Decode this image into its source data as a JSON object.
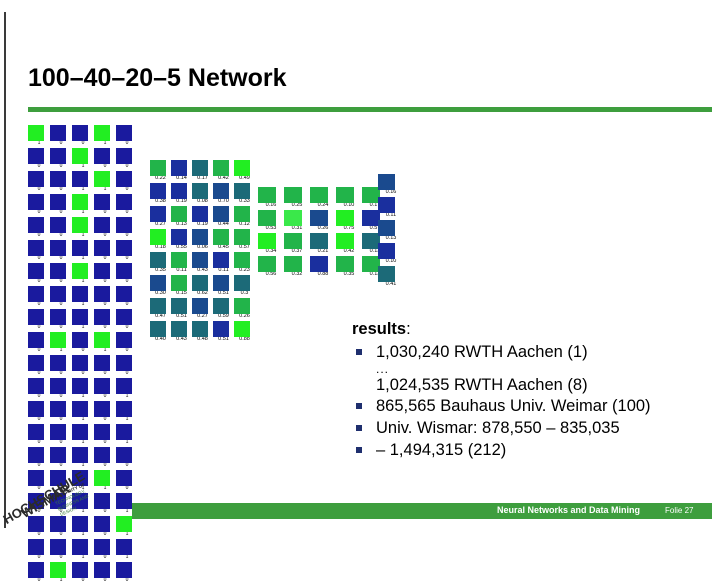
{
  "slide": {
    "title": "100–40–20–5 Network",
    "accent_green": "#3e9e3e",
    "node_blue": "#1a1a9e",
    "node_green": "#22ee22",
    "bullet_navy": "#1f2f6e"
  },
  "results": {
    "heading": "results",
    "heading_colon": ":",
    "ellipsis": "...",
    "items": [
      {
        "text": "1,030,240 RWTH Aachen (1)"
      },
      {
        "text": "865,565 Bauhaus Univ. Weimar (100)"
      },
      {
        "text": "Univ. Wismar:    878,550 – 835,035"
      },
      {
        "text": "– 1,494,315 (212)"
      }
    ],
    "continuation": "1,024,535 RWTH Aachen (8)"
  },
  "footer": {
    "course_title": "Neural Networks and Data Mining",
    "slide_number": "Folie 27"
  },
  "logo": {
    "word_1": "HOCHSCHULE",
    "word_2": "WISMAR",
    "subtext_line_1": "UNIVERSITY OF",
    "subtext_line_2": "TECHNOLOGY,",
    "subtext_line_3": "BUSINESS AND",
    "subtext_line_4": "DESIGN"
  },
  "input_layer": {
    "name": "input-layer",
    "columns": 5,
    "rows": [
      {
        "colors": [
          "#22ee22",
          "#1a1a9e",
          "#1a1a9e",
          "#22ee22",
          "#1a1a9e"
        ],
        "labels": [
          "1",
          "0",
          "0",
          "1",
          "0"
        ]
      },
      {
        "colors": [
          "#1a1a9e",
          "#1a1a9e",
          "#22ee22",
          "#1a1a9e",
          "#1a1a9e"
        ],
        "labels": [
          "0",
          "0",
          "1",
          "0",
          "0"
        ]
      },
      {
        "colors": [
          "#1a1a9e",
          "#1a1a9e",
          "#1a1a9e",
          "#22ee22",
          "#1a1a9e"
        ],
        "labels": [
          "0",
          "0",
          "1",
          "1",
          "0"
        ]
      },
      {
        "colors": [
          "#1a1a9e",
          "#1a1a9e",
          "#22ee22",
          "#1a1a9e",
          "#1a1a9e"
        ],
        "labels": [
          "0",
          "0",
          "1",
          "0",
          "0"
        ]
      },
      {
        "colors": [
          "#1a1a9e",
          "#1a1a9e",
          "#22ee22",
          "#1a1a9e",
          "#1a1a9e"
        ],
        "labels": [
          "0",
          "0",
          "1",
          "0",
          "0"
        ]
      },
      {
        "colors": [
          "#1a1a9e",
          "#1a1a9e",
          "#1a1a9e",
          "#1a1a9e",
          "#1a1a9e"
        ],
        "labels": [
          "0",
          "0",
          "1",
          "0",
          "0"
        ]
      },
      {
        "colors": [
          "#1a1a9e",
          "#1a1a9e",
          "#22ee22",
          "#1a1a9e",
          "#1a1a9e"
        ],
        "labels": [
          "0",
          "0",
          "1",
          "0",
          "0"
        ]
      },
      {
        "colors": [
          "#1a1a9e",
          "#1a1a9e",
          "#1a1a9e",
          "#1a1a9e",
          "#1a1a9e"
        ],
        "labels": [
          "0",
          "0",
          "1",
          "0",
          "0"
        ]
      },
      {
        "colors": [
          "#1a1a9e",
          "#1a1a9e",
          "#1a1a9e",
          "#1a1a9e",
          "#1a1a9e"
        ],
        "labels": [
          "0",
          "0",
          "1",
          "0",
          "0"
        ]
      },
      {
        "colors": [
          "#1a1a9e",
          "#22ee22",
          "#1a1a9e",
          "#22ee22",
          "#1a1a9e"
        ],
        "labels": [
          "0",
          "1",
          "0",
          "1",
          "0"
        ]
      },
      {
        "colors": [
          "#1a1a9e",
          "#1a1a9e",
          "#1a1a9e",
          "#1a1a9e",
          "#1a1a9e"
        ],
        "labels": [
          "0",
          "0",
          "0",
          "0",
          "0"
        ]
      },
      {
        "colors": [
          "#1a1a9e",
          "#1a1a9e",
          "#1a1a9e",
          "#1a1a9e",
          "#1a1a9e"
        ],
        "labels": [
          "0",
          "0",
          "1",
          "0",
          "1"
        ]
      },
      {
        "colors": [
          "#1a1a9e",
          "#1a1a9e",
          "#1a1a9e",
          "#1a1a9e",
          "#1a1a9e"
        ],
        "labels": [
          "0",
          "0",
          "1",
          "0",
          "1"
        ]
      },
      {
        "colors": [
          "#1a1a9e",
          "#1a1a9e",
          "#1a1a9e",
          "#1a1a9e",
          "#1a1a9e"
        ],
        "labels": [
          "0",
          "0",
          "1",
          "0",
          "1"
        ]
      },
      {
        "colors": [
          "#1a1a9e",
          "#1a1a9e",
          "#1a1a9e",
          "#1a1a9e",
          "#1a1a9e"
        ],
        "labels": [
          "0",
          "0",
          "1",
          "0",
          "0"
        ]
      },
      {
        "colors": [
          "#1a1a9e",
          "#1a1a9e",
          "#1a1a9e",
          "#22ee22",
          "#1a1a9e"
        ],
        "labels": [
          "0",
          "0",
          "1",
          "1",
          "0"
        ]
      },
      {
        "colors": [
          "#1a1a9e",
          "#1a1a9e",
          "#1a1a9e",
          "#1a1a9e",
          "#1a1a9e"
        ],
        "labels": [
          "0",
          "0",
          "1",
          "0",
          "1"
        ]
      },
      {
        "colors": [
          "#1a1a9e",
          "#1a1a9e",
          "#1a1a9e",
          "#1a1a9e",
          "#22ee22"
        ],
        "labels": [
          "0",
          "0",
          "1",
          "0",
          "1"
        ]
      },
      {
        "colors": [
          "#1a1a9e",
          "#1a1a9e",
          "#1a1a9e",
          "#1a1a9e",
          "#1a1a9e"
        ],
        "labels": [
          "0",
          "0",
          "1",
          "0",
          "1"
        ]
      },
      {
        "colors": [
          "#1a1a9e",
          "#22ee22",
          "#1a1a9e",
          "#1a1a9e",
          "#1a1a9e"
        ],
        "labels": [
          "0",
          "1",
          "0",
          "0",
          "0"
        ]
      }
    ]
  },
  "hidden_layer_1": {
    "name": "hidden-layer-1",
    "columns": 5,
    "rows": [
      {
        "colors": [
          "#22b44a",
          "#1a2f9e",
          "#1c6a78",
          "#22b44a",
          "#22ee22"
        ],
        "labels": [
          "0.22",
          "0.14",
          "0.17",
          "0.42",
          "0.49"
        ]
      },
      {
        "colors": [
          "#1a2f9e",
          "#1a2f9e",
          "#1c6a78",
          "#1a4a8e",
          "#1c6a78"
        ],
        "labels": [
          "0.38",
          "0.19",
          "0.08",
          "0.70",
          "0.33"
        ]
      },
      {
        "colors": [
          "#1a2f9e",
          "#22b44a",
          "#1a2f9e",
          "#1a4a8e",
          "#22b44a"
        ],
        "labels": [
          "0.27",
          "0.13",
          "0.19",
          "0.44",
          "0.12"
        ]
      },
      {
        "colors": [
          "#22ee22",
          "#1a2f9e",
          "#1a4a8e",
          "#22b44a",
          "#22b44a"
        ],
        "labels": [
          "0.18",
          "0.55",
          "0.06",
          "0.45",
          "0.57"
        ]
      },
      {
        "colors": [
          "#1c6a78",
          "#22b44a",
          "#1a4a8e",
          "#1a2f9e",
          "#22b44a"
        ],
        "labels": [
          "0.35",
          "0.11",
          "0.43",
          "0.11",
          "0.23"
        ]
      },
      {
        "colors": [
          "#1a4a8e",
          "#22b44a",
          "#1c6a78",
          "#1a4a8e",
          "#1c6a78"
        ],
        "labels": [
          "0.30",
          "0.15",
          "0.62",
          "0.51",
          "0.3"
        ]
      },
      {
        "colors": [
          "#1c6a78",
          "#1c6a78",
          "#1a4a8e",
          "#1c6a78",
          "#22b44a"
        ],
        "labels": [
          "0.47",
          "0.51",
          "0.27",
          "0.59",
          "0.26"
        ]
      },
      {
        "colors": [
          "#1c6a78",
          "#1c6a78",
          "#1c6a78",
          "#1a2f9e",
          "#22ee22"
        ],
        "labels": [
          "0.40",
          "0.43",
          "0.48",
          "0.51",
          "0.88"
        ]
      }
    ]
  },
  "hidden_layer_2": {
    "name": "hidden-layer-2",
    "columns": 5,
    "rows": [
      {
        "colors": [
          "#22b44a",
          "#22b44a",
          "#22b44a",
          "#22b44a",
          "#22b44a"
        ],
        "labels": [
          "0.16",
          "0.25",
          "0.24",
          "0.10",
          "0.17"
        ]
      },
      {
        "colors": [
          "#22b44a",
          "#3ae84a",
          "#1a4a8e",
          "#22ee22",
          "#1a2f9e"
        ],
        "labels": [
          "0.53",
          "0.31",
          "0.26",
          "0.75",
          "0.57"
        ]
      },
      {
        "colors": [
          "#22ee22",
          "#22b44a",
          "#1c6a78",
          "#22ee22",
          "#1c6a78"
        ],
        "labels": [
          "0.34",
          "0.37",
          "0.21",
          "0.42",
          "0.13"
        ]
      },
      {
        "colors": [
          "#22b44a",
          "#22b44a",
          "#1a2f9e",
          "#22b44a",
          "#22b44a"
        ],
        "labels": [
          "0.56",
          "0.32",
          "0.88",
          "0.35",
          "0.13"
        ]
      }
    ]
  },
  "output_layer": {
    "name": "output-layer",
    "columns": 1,
    "rows": [
      {
        "colors": [
          "#1a4a8e"
        ],
        "labels": [
          "0.16"
        ]
      },
      {
        "colors": [
          "#1a2f9e"
        ],
        "labels": [
          "0.11"
        ]
      },
      {
        "colors": [
          "#1a4a8e"
        ],
        "labels": [
          "0.13"
        ]
      },
      {
        "colors": [
          "#1a2f9e"
        ],
        "labels": [
          "0.10"
        ]
      },
      {
        "colors": [
          "#1c6a78"
        ],
        "labels": [
          "0.41"
        ]
      }
    ]
  }
}
